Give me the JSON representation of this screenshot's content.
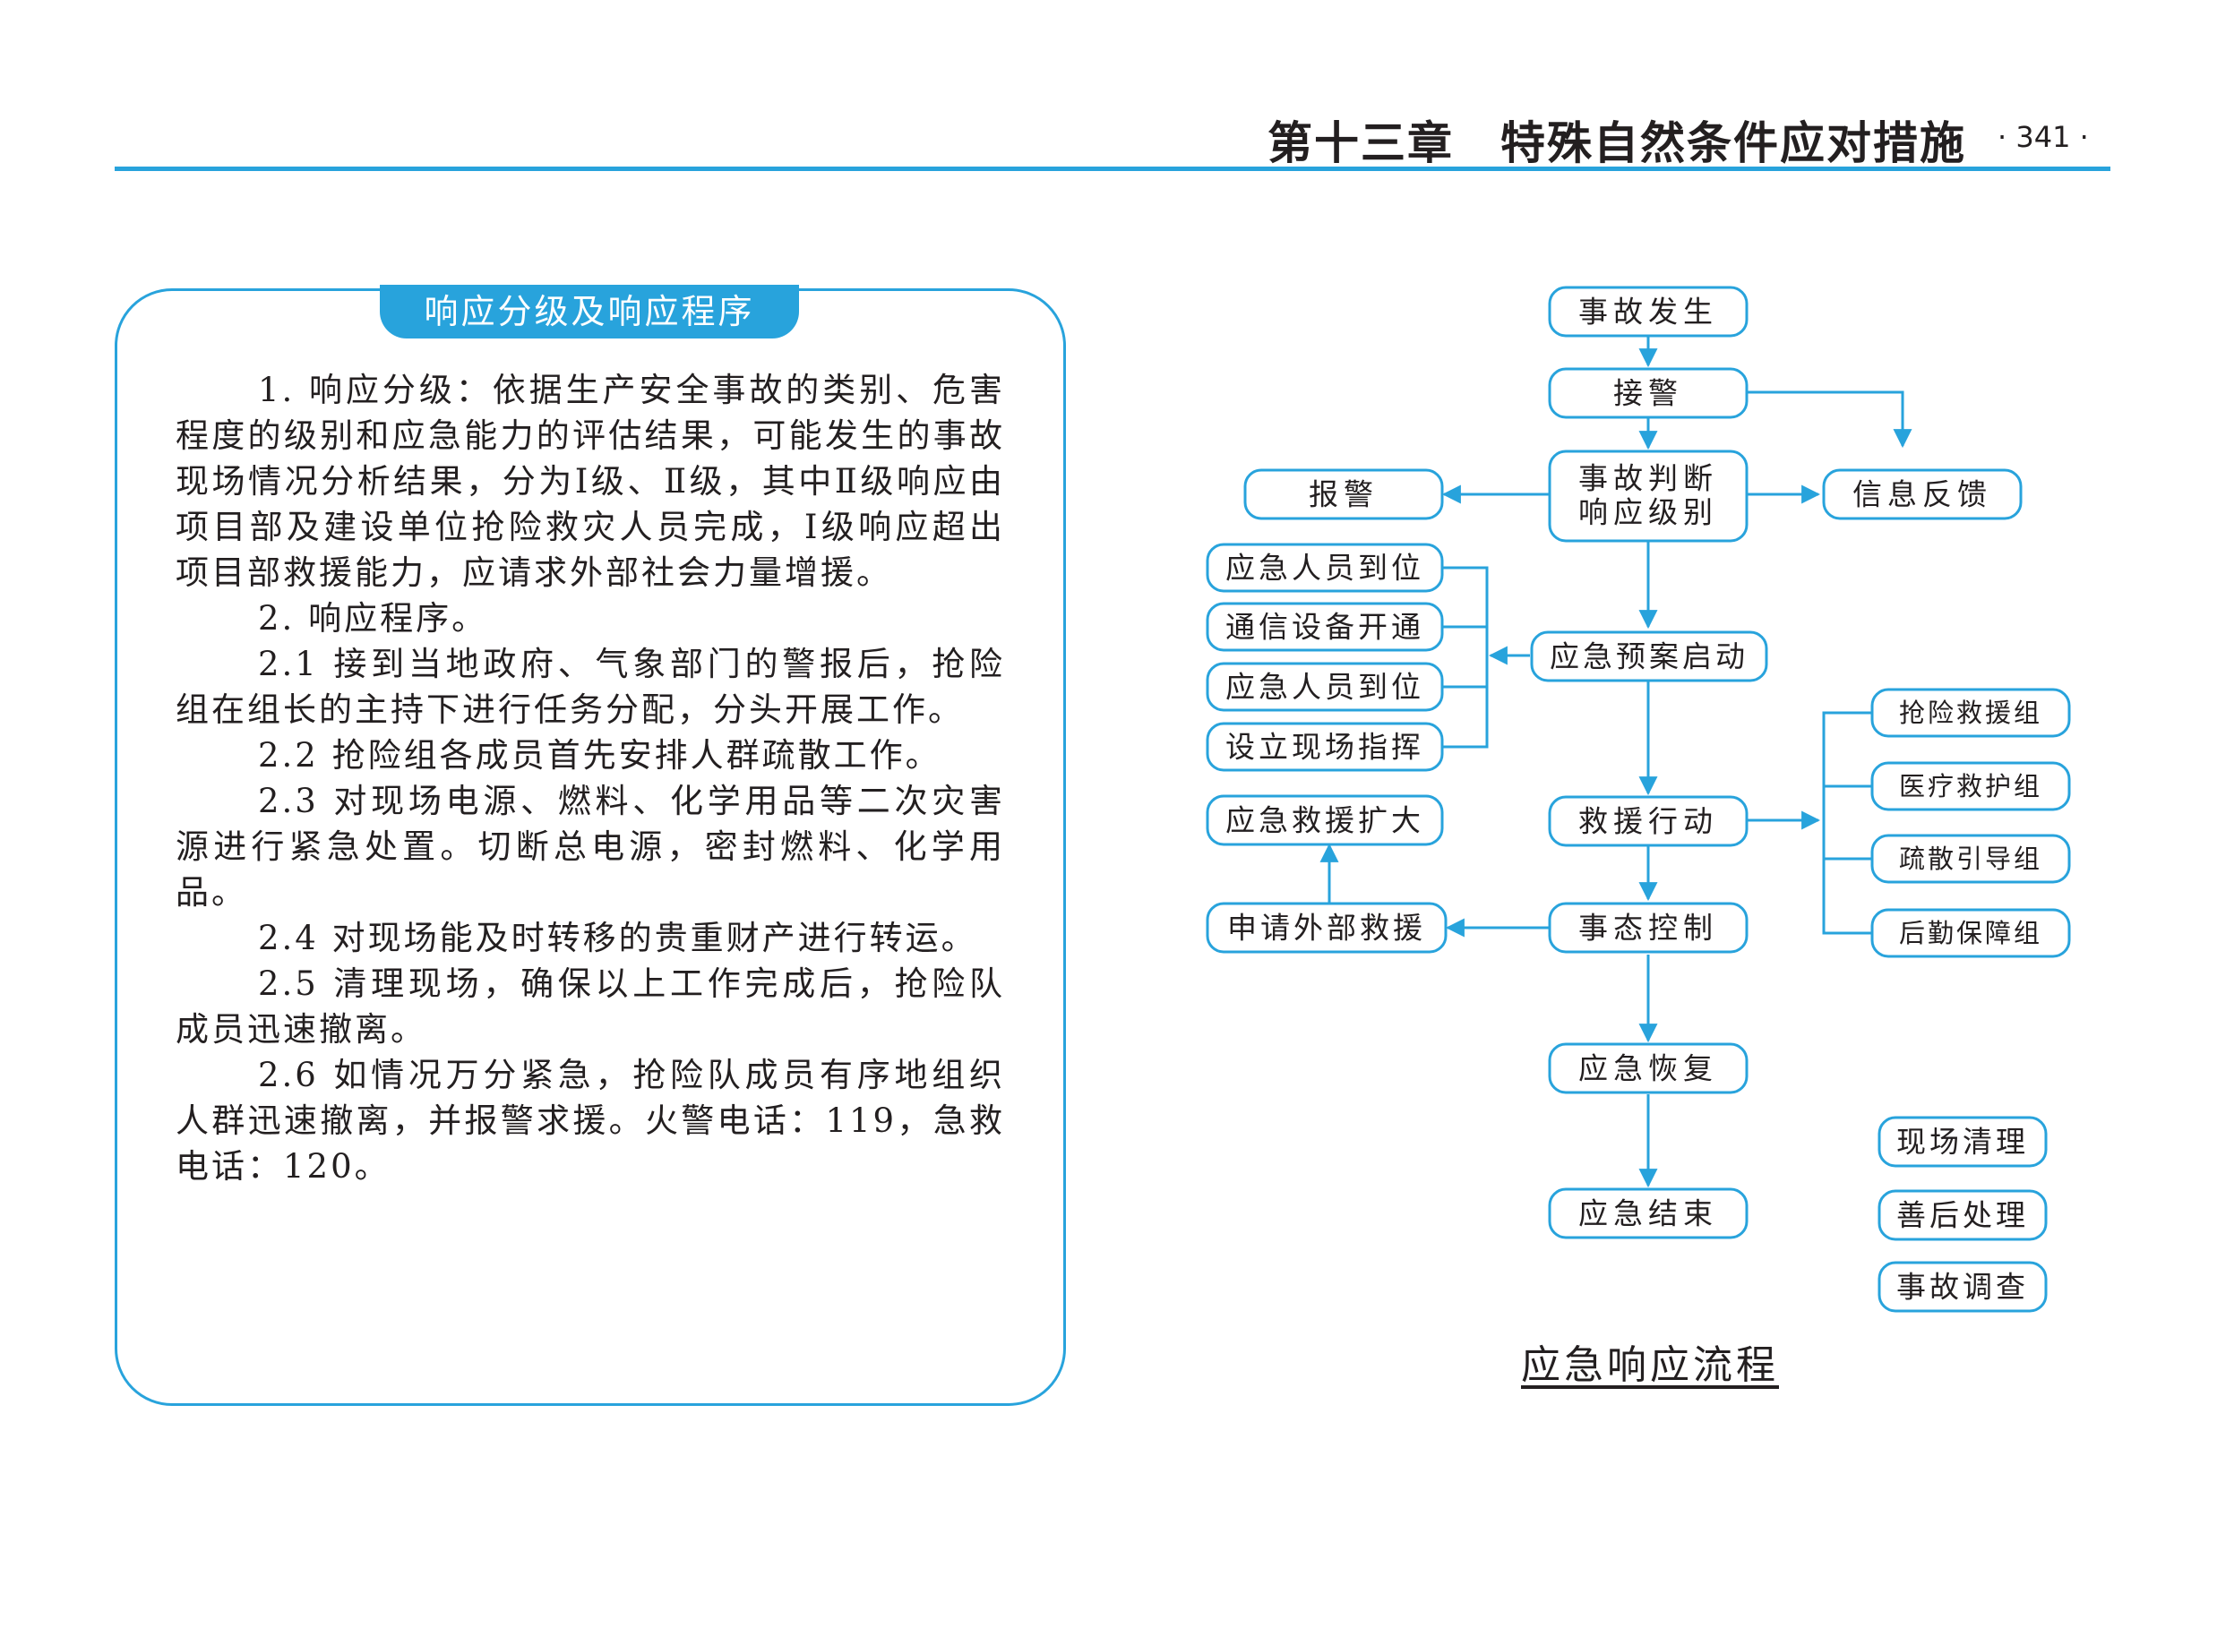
{
  "header": {
    "title": "第十三章　特殊自然条件应对措施",
    "page_number": "· 341 ·"
  },
  "panel": {
    "title": "响应分级及响应程序",
    "paragraphs": [
      "1. 响应分级：依据生产安全事故的类别、危害程度的级别和应急能力的评估结果，可能发生的事故现场情况分析结果，分为Ⅰ级、Ⅱ级，其中Ⅱ级响应由项目部及建设单位抢险救灾人员完成，Ⅰ级响应超出项目部救援能力，应请求外部社会力量增援。",
      "2. 响应程序。",
      "2.1 接到当地政府、气象部门的警报后，抢险组在组长的主持下进行任务分配，分头开展工作。",
      "2.2 抢险组各成员首先安排人群疏散工作。",
      "2.3 对现场电源、燃料、化学用品等二次灾害源进行紧急处置。切断总电源，密封燃料、化学用品。",
      "2.4 对现场能及时转移的贵重财产进行转运。",
      "2.5 清理现场，确保以上工作完成后，抢险队成员迅速撤离。",
      "2.6 如情况万分紧急，抢险队成员有序地组织人群迅速撤离，并报警求援。火警电话：119，急救电话：120。"
    ]
  },
  "flowchart": {
    "caption": "应急响应流程",
    "nodes": {
      "accident_occurs": "事故发生",
      "receive_alarm": "接警",
      "judge_line1": "事故判断",
      "judge_line2": "响应级别",
      "report_police": "报警",
      "info_feedback": "信息反馈",
      "personnel_in_place_1": "应急人员到位",
      "comms_open": "通信设备开通",
      "personnel_in_place_2": "应急人员到位",
      "field_command": "设立现场指挥",
      "plan_start": "应急预案启动",
      "rescue_group": "抢险救援组",
      "medical_group": "医疗救护组",
      "evac_group": "疏散引导组",
      "logistics_group": "后勤保障组",
      "expand_rescue": "应急救援扩大",
      "rescue_action": "救援行动",
      "external_rescue": "申请外部救援",
      "situation_control": "事态控制",
      "recovery": "应急恢复",
      "site_cleanup": "现场清理",
      "aftermath": "善后处理",
      "investigation": "事故调查",
      "end": "应急结束"
    },
    "colors": {
      "accent": "#28a3dc",
      "text": "#231f20"
    }
  }
}
